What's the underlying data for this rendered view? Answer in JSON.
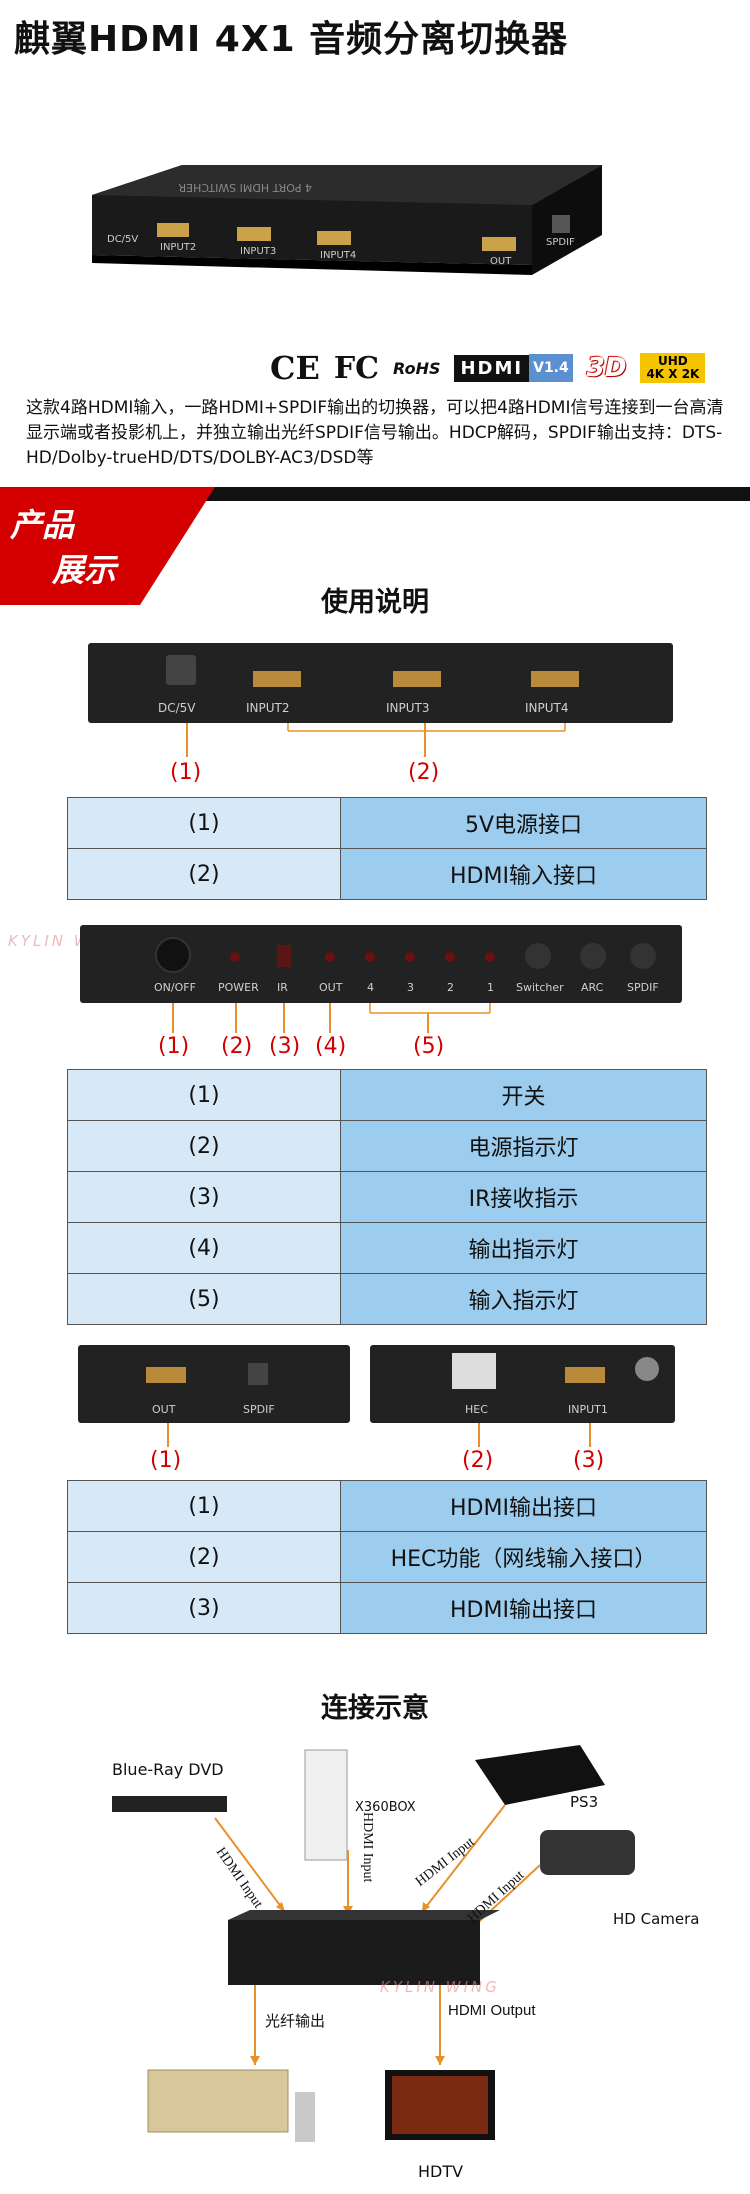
{
  "title": "麒翼HDMI 4X1 音频分离切换器",
  "device": {
    "top_label": "4 PORT HDMI SWITCHER",
    "ports": [
      "DC/5V",
      "INPUT2",
      "INPUT3",
      "INPUT4",
      "OUT",
      "SPDIF"
    ]
  },
  "certifications": {
    "ce": "CE",
    "fc": "FC",
    "rohs": "RoHS",
    "hdmi": "HDMI",
    "version": "V1.4",
    "three_d": "3D",
    "uhd": "UHD",
    "uhd_sub": "4K X 2K"
  },
  "intro": "这款4路HDMI输入，一路HDMI+SPDIF输出的切换器，可以把4路HDMI信号连接到一台高清显示端或者投影机上，并独立输出光纤SPDIF信号输出。HDCP解码，SPDIF输出支持：DTS-HD/Dolby-trueHD/DTS/DOLBY-AC3/DSD等",
  "banner": {
    "line1": "产品",
    "line2": "展示"
  },
  "usage": {
    "title": "使用说明",
    "panel1": {
      "labels": [
        "DC/5V",
        "INPUT2",
        "INPUT3",
        "INPUT4"
      ],
      "markers": [
        "(1)",
        "(2)"
      ],
      "rows": [
        {
          "num": "(1)",
          "desc": "5V电源接口"
        },
        {
          "num": "(2)",
          "desc": "HDMI输入接口"
        }
      ]
    },
    "panel2": {
      "labels": [
        "ON/OFF",
        "POWER",
        "IR",
        "OUT",
        "4",
        "3",
        "2",
        "1",
        "Switcher",
        "ARC",
        "SPDIF"
      ],
      "markers": [
        "(1)",
        "(2)",
        "(3)",
        "(4)",
        "(5)"
      ],
      "rows": [
        {
          "num": "(1)",
          "desc": "开关"
        },
        {
          "num": "(2)",
          "desc": "电源指示灯"
        },
        {
          "num": "(3)",
          "desc": "IR接收指示"
        },
        {
          "num": "(4)",
          "desc": "输出指示灯"
        },
        {
          "num": "(5)",
          "desc": "输入指示灯"
        }
      ]
    },
    "panel3": {
      "labels": [
        "OUT",
        "SPDIF",
        "HEC",
        "INPUT1"
      ],
      "markers": [
        "(1)",
        "(2)",
        "(3)"
      ],
      "rows": [
        {
          "num": "(1)",
          "desc": "HDMI输出接口"
        },
        {
          "num": "(2)",
          "desc": "HEC功能（网线输入接口）"
        },
        {
          "num": "(3)",
          "desc": "HDMI输出接口"
        }
      ]
    }
  },
  "watermark": "KYLIN WING",
  "connection": {
    "title": "连接示意",
    "sources": [
      "Blue-Ray DVD",
      "X360BOX",
      "PS3",
      "HD Camera"
    ],
    "hdmi_input": "HDMI Input",
    "fiber_out": "光纤输出",
    "hdmi_output": "HDMI Output",
    "hdtv": "HDTV"
  },
  "colors": {
    "accent_red": "#d40000",
    "table_left": "#d7e8f7",
    "table_right": "#9ccdee",
    "marker": "#d10000",
    "arrow": "#e8902a"
  }
}
